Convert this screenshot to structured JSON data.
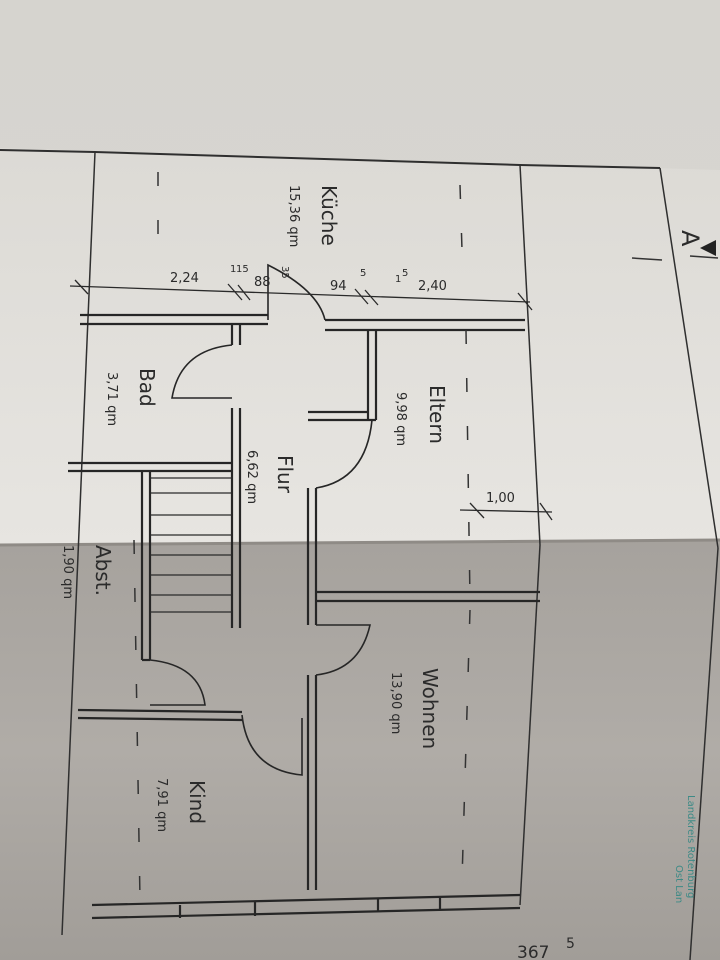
{
  "rooms": [
    {
      "name": "Küche",
      "area": "15,36 qm"
    },
    {
      "name": "Eltern",
      "area": "9,98 qm"
    },
    {
      "name": "Bad",
      "area": "3,71 qm"
    },
    {
      "name": "Flur",
      "area": "6,62 qm"
    },
    {
      "name": "Abst.",
      "area": "1,90 qm"
    },
    {
      "name": "Wohnen",
      "area": "13,90 qm"
    },
    {
      "name": "Kind",
      "area": "7,91 qm"
    }
  ],
  "dimensions": {
    "d1": "2,24",
    "d2": "1",
    "d3": "15",
    "d4": "88",
    "d5": "35",
    "d6": "94",
    "d7": "5",
    "d8": "1",
    "d9": "5",
    "d10": "2,40",
    "d11": "1,00"
  },
  "annotations": {
    "section_label": "A",
    "page_number": "367",
    "page_number_sup": "5",
    "margin_text_1": "Landkreis Rotenburg",
    "margin_text_2": "Ost Lan"
  }
}
